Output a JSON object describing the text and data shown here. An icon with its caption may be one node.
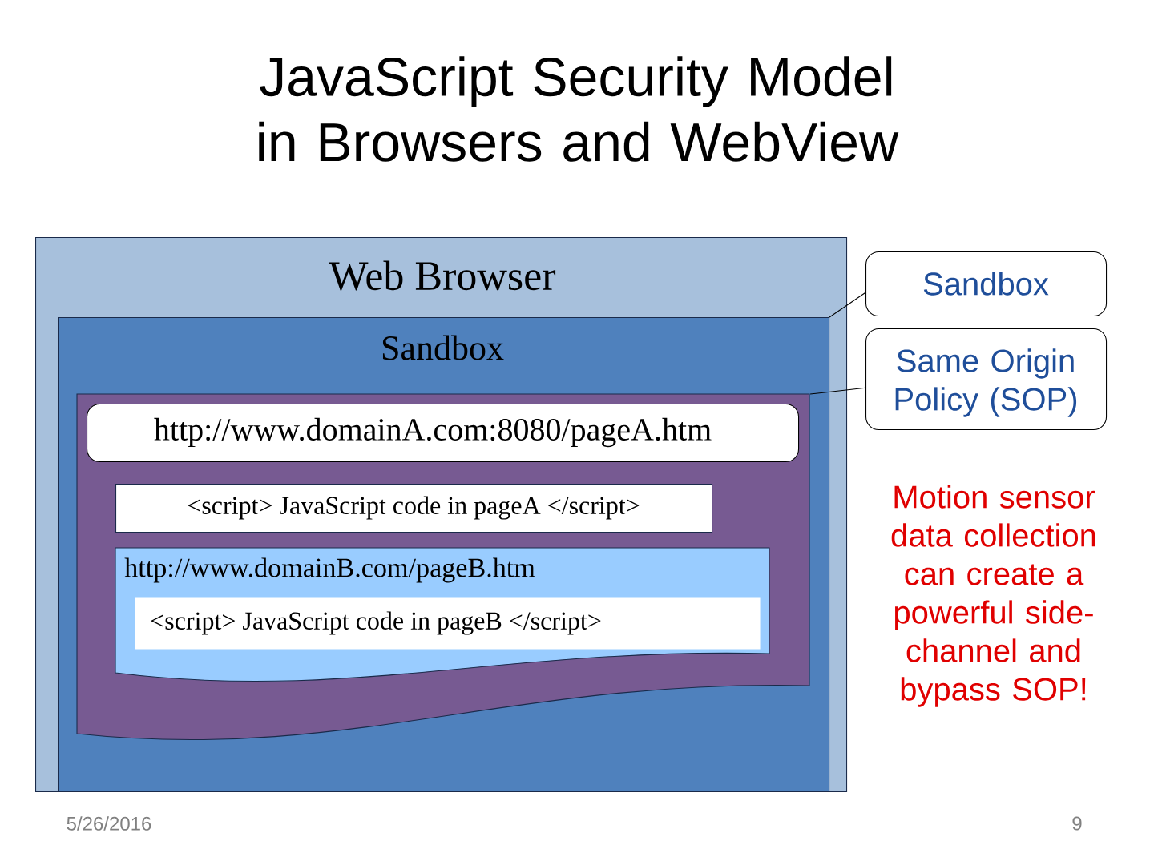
{
  "diagram": {
    "title": "JavaScript Security Model in Browsers and WebView",
    "nodes": [
      {
        "text": [
          "Web Browser"
        ]
      },
      {
        "text": [
          "Sandbox"
        ],
        "in": 0
      },
      {
        "text": [],
        "shape": "box",
        "in": 1
      },
      {
        "text": [
          "http://www.domainA.com:8080/pageA.htm"
        ],
        "in": 2
      },
      {
        "text": [
          "<script> JavaScript code in pageA </script>"
        ],
        "in": 2
      },
      {
        "text": [
          "http://www.domainB.com/pageB.htm"
        ],
        "in": 2
      },
      {
        "text": [
          "<script> JavaScript code in pageB </script>"
        ],
        "in": 5
      },
      {
        "text": [
          "Sandbox"
        ]
      },
      {
        "text": [
          "Same Origin Policy (SOP)"
        ]
      }
    ],
    "edges": [
      {
        "from": 7,
        "to": 1,
        "arrow": "none"
      },
      {
        "from": 8,
        "to": 2,
        "arrow": "none"
      }
    ],
    "labels": [
      "Motion sensor data collection can create a powerful side-channel and bypass SOP!",
      "5/26/2016",
      "9"
    ]
  }
}
